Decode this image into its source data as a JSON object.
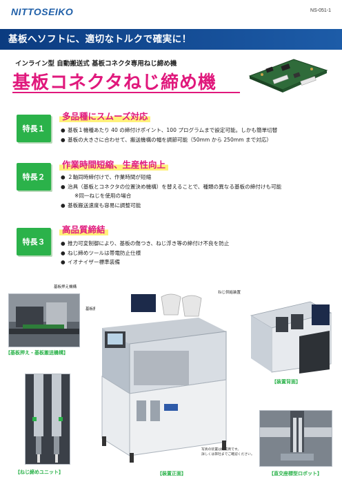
{
  "header": {
    "logo": "NITTOSEIKO",
    "doc_number": "NS-051-1"
  },
  "banner": {
    "text": "基板へソフトに、適切なトルクで確実に！"
  },
  "hero": {
    "subtitle": "インライン型 自動搬送式 基板コネクタ専用ねじ締め機",
    "title": "基板コネクタねじ締め機"
  },
  "features": [
    {
      "badge": "特長１",
      "title": "多品種にスムーズ対応",
      "bullets": [
        {
          "marker": "●",
          "text": "基板１機種あたり 40 の締付けポイント、100 プログラムまで設定可能。しかも簡単切替"
        },
        {
          "marker": "●",
          "text": "基板の大きさに合わせて、搬送機構の幅を調節可能（50mm から 250mm まで対応）"
        }
      ]
    },
    {
      "badge": "特長２",
      "title": "作業時間短縮、生産性向上",
      "bullets": [
        {
          "marker": "●",
          "text": "２軸同時締付けで、作業時間が短縮"
        },
        {
          "marker": "●",
          "text": "治具（基板とコネクタの位置決め機構）を替えることで、種類の異なる基板の締付けも可能"
        },
        {
          "marker": "",
          "text": "※同一ねじを使用の場合"
        },
        {
          "marker": "●",
          "text": "基板搬送速度も容易に調整可能"
        }
      ]
    },
    {
      "badge": "特長３",
      "title": "高品質締結",
      "bullets": [
        {
          "marker": "●",
          "text": "推力可変制御により、基板の傷つき、ねじ浮き等の締付け不良を防止"
        },
        {
          "marker": "●",
          "text": "ねじ締めツールは帯電防止仕様"
        },
        {
          "marker": "●",
          "text": "イオナイザー標準装備"
        }
      ]
    }
  ],
  "figures": {
    "callout_press": "基板押え機構",
    "callout_conveyor": "基板搬送機構",
    "callout_feeder": "ねじ供給装置",
    "caption_press_conveyor": "【基板押え・基板搬送機構】",
    "caption_back": "【装置背面】",
    "caption_screw_unit": "【ねじ締めユニット】",
    "caption_front": "【装置正面】",
    "caption_robot": "【直交座標型ロボット】",
    "note_line1": "写真の装置は構成例です。",
    "note_line2": "詳しくは弊社までご確認ください。"
  }
}
